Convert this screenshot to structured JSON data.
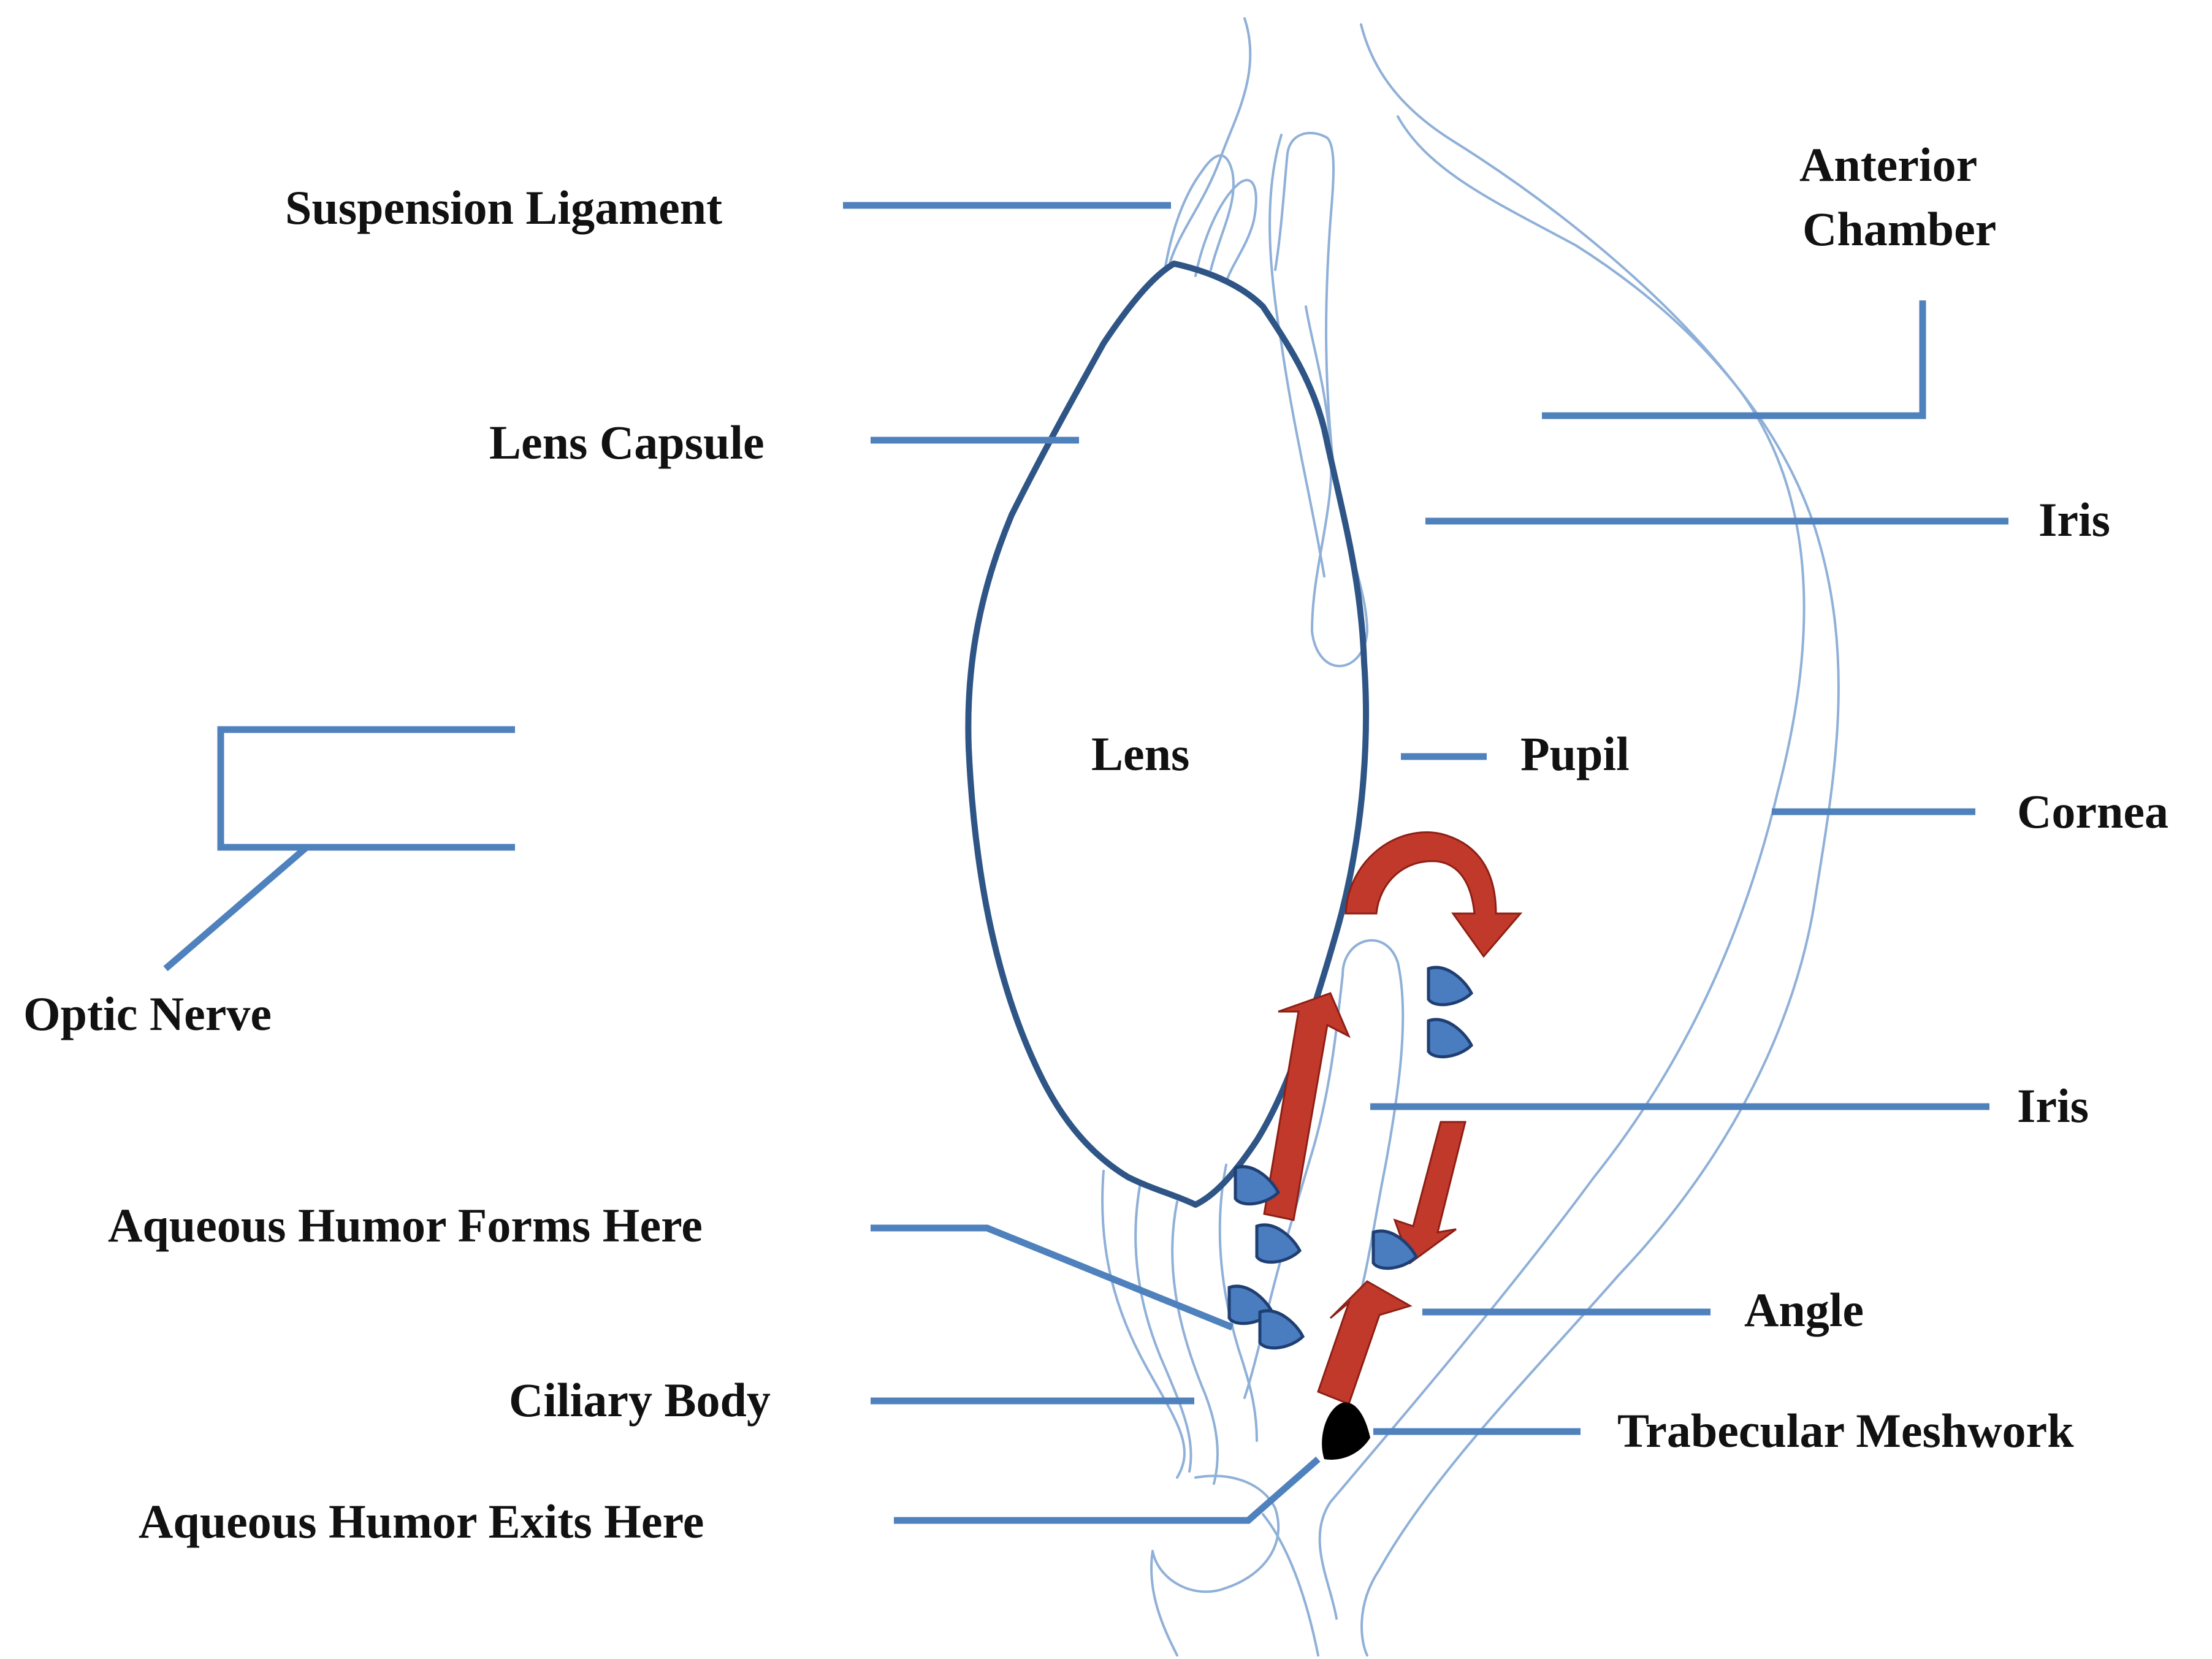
{
  "labels": {
    "suspension_ligament": "Suspension Ligament",
    "anterior_chamber_line1": "Anterior",
    "anterior_chamber_line2": "Chamber",
    "lens_capsule": "Lens Capsule",
    "iris_top": "Iris",
    "lens": "Lens",
    "pupil": "Pupil",
    "cornea": "Cornea",
    "optic_nerve": "Optic Nerve",
    "iris_bottom": "Iris",
    "aqueous_forms": "Aqueous Humor Forms Here",
    "angle": "Angle",
    "ciliary_body": "Ciliary Body",
    "trabecular_meshwork": "Trabecular Meshwork",
    "aqueous_exits": "Aqueous Humor Exits Here"
  },
  "colors": {
    "leader_line": "#4f81bd",
    "anatomy_line": "#8fb0d8",
    "lens_outline": "#2e5586",
    "flow_arrow": "#c0392b",
    "droplet_fill": "#4a7cc0",
    "droplet_stroke": "#1f3f73",
    "meshwork": "#000000"
  }
}
